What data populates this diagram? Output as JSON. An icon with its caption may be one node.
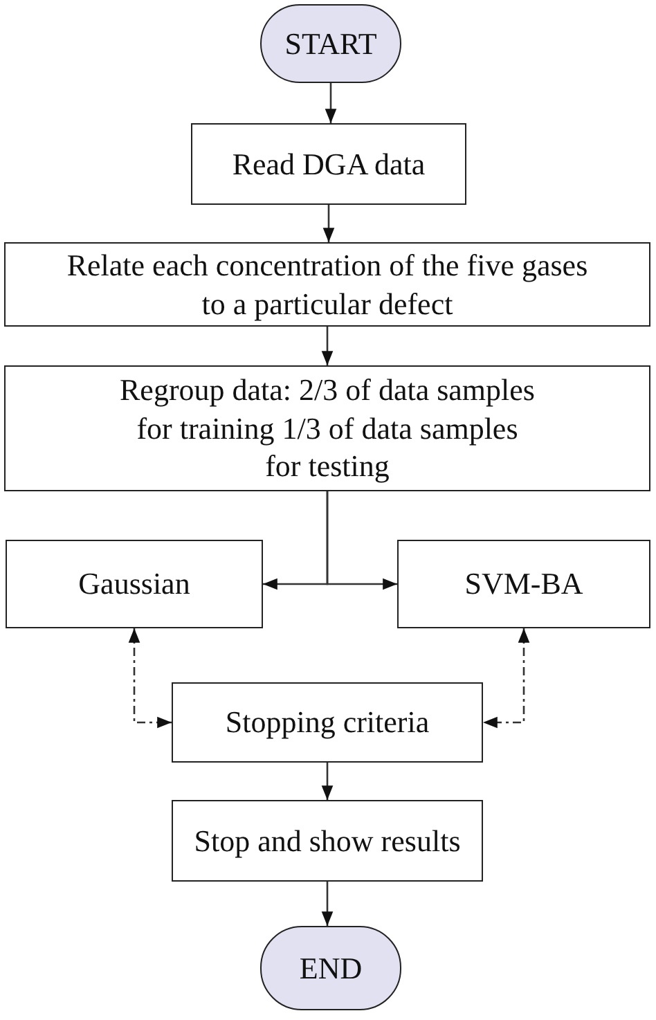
{
  "diagram": {
    "nodes": [
      {
        "text": [
          "START"
        ]
      },
      {
        "text": [
          "Read DGA data"
        ]
      },
      {
        "text": [
          "Relate each concentration of the five gases to a particular defect"
        ]
      },
      {
        "text": [
          "Regroup data: 2/3 of data samples for training 1/3 of data samples for testing"
        ]
      },
      {
        "text": [
          "Gaussian"
        ]
      },
      {
        "text": [
          "SVM-BA"
        ]
      },
      {
        "text": [
          "Stopping criteria"
        ]
      },
      {
        "text": [
          "Stop and show results"
        ]
      },
      {
        "text": [
          "END"
        ]
      }
    ],
    "edges": [
      {
        "from": 0,
        "to": 1,
        "arrow": "to"
      },
      {
        "from": 1,
        "to": 2,
        "arrow": "to"
      },
      {
        "from": 2,
        "to": 3,
        "arrow": "to"
      },
      {
        "from": 3,
        "to": 4,
        "arrow": "to"
      },
      {
        "from": 3,
        "to": 5,
        "arrow": "to"
      },
      {
        "from": 4,
        "to": 6,
        "arrow": "both",
        "style": "dashed"
      },
      {
        "from": 5,
        "to": 6,
        "arrow": "both",
        "style": "dashed"
      },
      {
        "from": 6,
        "to": 7,
        "arrow": "to"
      },
      {
        "from": 7,
        "to": 8,
        "arrow": "to"
      }
    ]
  }
}
